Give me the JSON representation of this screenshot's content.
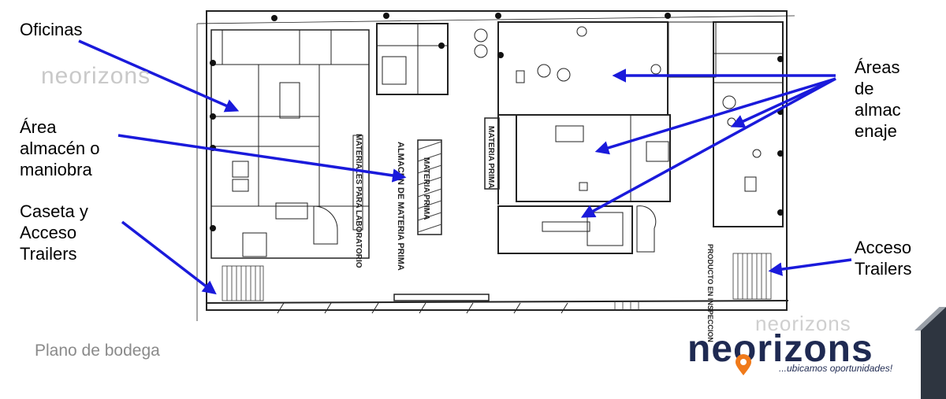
{
  "labels": {
    "oficinas": "Oficinas",
    "area_almacen": "Área\nalmacén o\nmaniobra",
    "caseta": "Caseta y\nAcceso\nTrailers",
    "areas_almacenaje": "Áreas\nde\nalmac\nenaje",
    "acceso_trailers": "Acceso\nTrailers"
  },
  "caption": "Plano de bodega",
  "plan_text": {
    "materia_prima_top": "MATERIA PRIMA",
    "almacen_materia_prima": "ALMACEN DE MATERIA PRIMA",
    "materiales_laboratorio": "MATERIALES PARA LABORATORIO",
    "materia_prima_mid": "MATERIA PRIMA",
    "producto_inspeccion": "PRODUCTO EN INSPECCION"
  },
  "watermark": "neorizons",
  "logo": {
    "word": "neorizons",
    "tagline": "...ubicamos oportunidades!"
  },
  "colors": {
    "arrow": "#1a1adb",
    "logo_navy": "#1f2a52",
    "logo_orange": "#f07a1a",
    "corner": "#2e3540"
  }
}
